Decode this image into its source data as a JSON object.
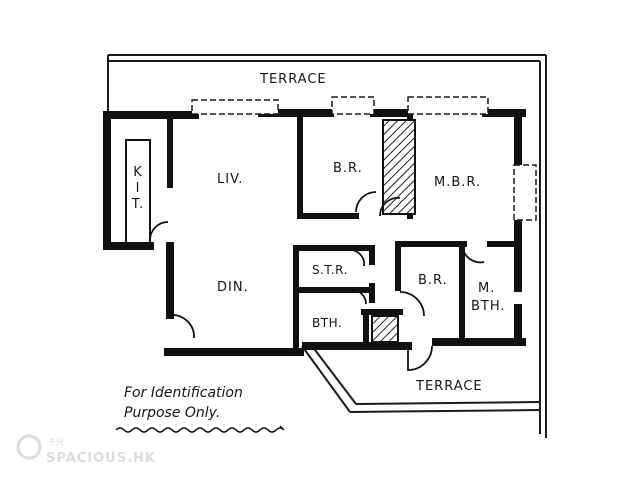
{
  "rooms": {
    "terrace_top": "TERRACE",
    "kitchen": "KIT.",
    "living": "LIV.",
    "dining": "DIN.",
    "bedroom_1": "B.R.",
    "master_bedroom": "M.B.R.",
    "store": "S.T.R.",
    "bedroom_2": "B.R.",
    "master_bath_1": "M.",
    "master_bath_2": "BTH.",
    "bath": "BTH.",
    "terrace_bottom": "TERRACE"
  },
  "note": {
    "line1": "For Identification",
    "line2": "Purpose Only."
  },
  "watermark": {
    "brand": "SPACIOUS.HK",
    "chinese": "千尺"
  }
}
